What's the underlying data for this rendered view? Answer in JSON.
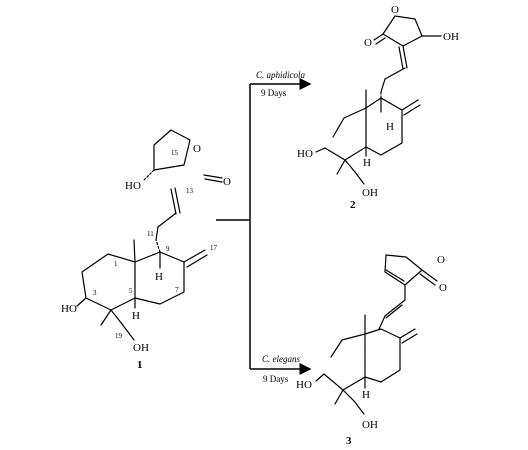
{
  "scheme": {
    "compound_1": {
      "label": "1",
      "atoms": {
        "hydroxyl_c14": "HO",
        "ring_oxygen": "O",
        "carbonyl_oxygen": "O",
        "hydroxyl_c3": "HO",
        "hydroxyl_c19": "OH",
        "h9": "H",
        "h5": "H"
      },
      "locants": {
        "c15": "15",
        "c13": "13",
        "c11": "11",
        "c9": "9",
        "c17": "17",
        "c1": "1",
        "c7": "7",
        "c5": "5",
        "c3": "3",
        "c19": "19"
      }
    },
    "reaction_top": {
      "organism": "C. aphidicola",
      "time": "9 Days"
    },
    "reaction_bottom": {
      "organism": "C. elegans",
      "time": "9 Days"
    },
    "compound_2": {
      "label": "2",
      "atoms": {
        "ring_oxygen": "O",
        "carbonyl_oxygen": "O",
        "hydroxyl_lactone": "OH",
        "hydroxyl_c3": "HO",
        "hydroxyl_c19": "OH",
        "h9": "H",
        "h5": "H"
      }
    },
    "compound_3": {
      "label": "3",
      "atoms": {
        "ring_oxygen": "O",
        "carbonyl_oxygen": "O",
        "hydroxyl_c3": "HO",
        "hydroxyl_c19": "OH",
        "h5": "H"
      }
    }
  }
}
